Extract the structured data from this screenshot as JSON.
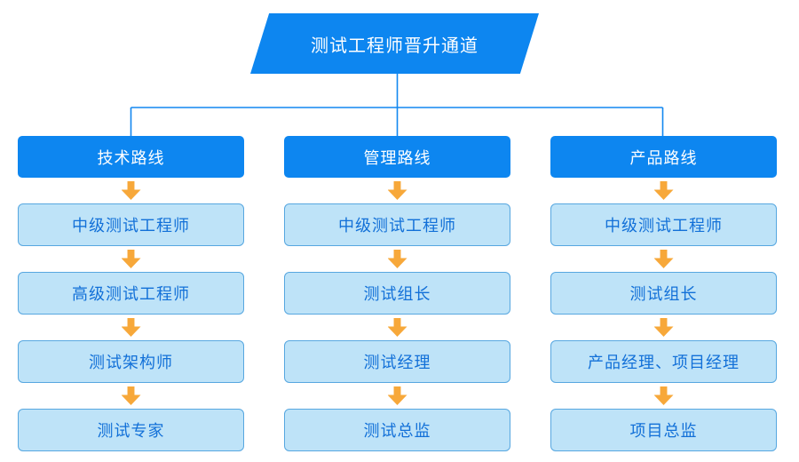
{
  "title": {
    "label": "测试工程师晋升通道"
  },
  "columns": [
    {
      "title": "技术路线",
      "levels": [
        "中级测试工程师",
        "高级测试工程师",
        "测试架构师",
        "测试专家"
      ]
    },
    {
      "title": "管理路线",
      "levels": [
        "中级测试工程师",
        "测试组长",
        "测试经理",
        "测试总监"
      ]
    },
    {
      "title": "产品路线",
      "levels": [
        "中级测试工程师",
        "测试组长",
        "产品经理、项目经理",
        "项目总监"
      ]
    }
  ],
  "icons": {
    "arrow_down": "arrow-down-icon"
  },
  "colors": {
    "brand_blue": "#0d86f0",
    "connector_blue": "#1287f0",
    "level_fill": "#bee3f8",
    "level_border": "#57a7e0",
    "level_text": "#1270d8",
    "arrow_orange": "#f7a83a",
    "background": "#ffffff",
    "header_text": "#ffffff"
  }
}
